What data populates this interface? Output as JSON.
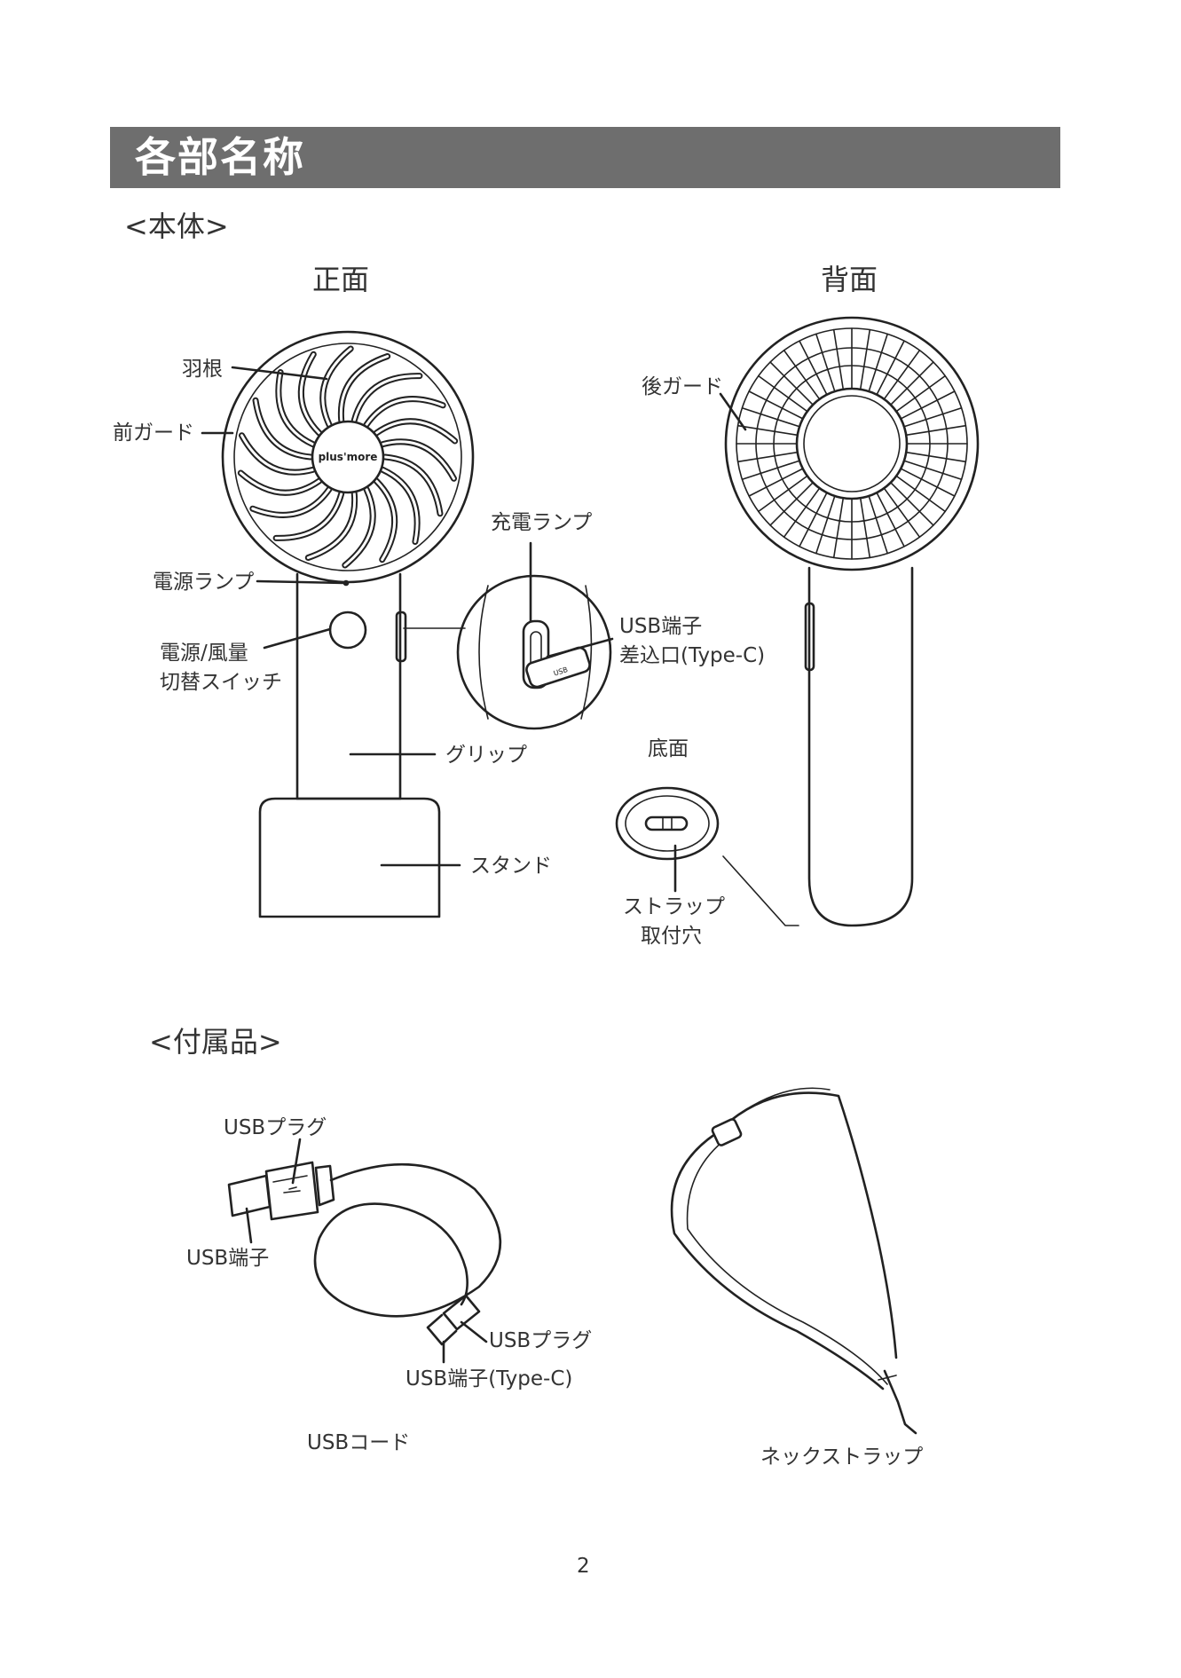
{
  "header": {
    "title": "各部名称"
  },
  "main_unit": {
    "section_title": "<本体>",
    "front_label": "正面",
    "back_label": "背面",
    "bottom_label": "底面",
    "brand_logo": "plus'more",
    "usb_port_tag": "USB",
    "parts": {
      "blades": "羽根",
      "front_guard": "前ガード",
      "power_lamp": "電源ランプ",
      "power_switch_line1": "電源/風量",
      "power_switch_line2": "切替スイッチ",
      "charge_lamp": "充電ランプ",
      "usb_port_line1": "USB端子",
      "usb_port_line2": "差込口(Type-C)",
      "grip": "グリップ",
      "stand": "スタンド",
      "rear_guard": "後ガード",
      "strap_hole_line1": "ストラップ",
      "strap_hole_line2": "取付穴"
    }
  },
  "accessories": {
    "section_title": "<付属品>",
    "cable": {
      "name": "USBコード",
      "usb_plug_top": "USBプラグ",
      "usb_terminal": "USB端子",
      "usb_plug_bottom": "USBプラグ",
      "usb_terminal_c": "USB端子(Type-C)"
    },
    "strap": {
      "name": "ネックストラップ"
    }
  },
  "page_number": "2"
}
